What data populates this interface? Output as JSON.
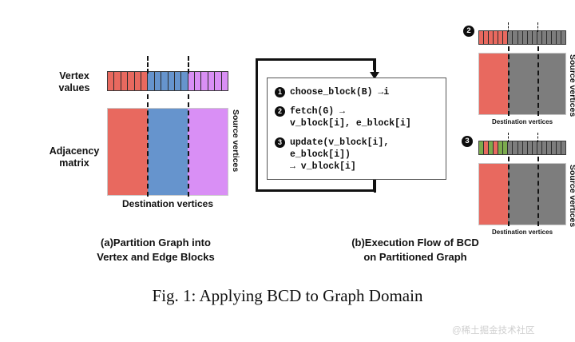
{
  "figure": {
    "caption": "Fig. 1: Applying BCD to Graph Domain",
    "watermark": "@稀土掘金技术社区"
  },
  "colors": {
    "red": "#e8695f",
    "blue": "#6694cd",
    "purple": "#d98ff5",
    "gray": "#7d7d7d",
    "green": "#7cab4e",
    "bullet": "#0d0d0d",
    "dash": "#141414"
  },
  "panel_a": {
    "caption_line1": "(a)Partition Graph into",
    "caption_line2": "Vertex and Edge Blocks",
    "vertex_label_line1": "Vertex",
    "vertex_label_line2": "values",
    "matrix_label_line1": "Adjacency",
    "matrix_label_line2": "matrix",
    "x_axis_label": "Destination vertices",
    "y_axis_label": "Source vertices",
    "vertex_cells": [
      "red",
      "red",
      "red",
      "red",
      "red",
      "red",
      "blue",
      "blue",
      "blue",
      "blue",
      "blue",
      "blue",
      "purple",
      "purple",
      "purple",
      "purple",
      "purple",
      "purple"
    ],
    "matrix_blocks": [
      "red",
      "blue",
      "purple"
    ]
  },
  "panel_b": {
    "caption_line1": "(b)Execution Flow of BCD",
    "caption_line2": "on Partitioned Graph",
    "steps": [
      {
        "number": "1",
        "text": "choose_block(B) →i"
      },
      {
        "number": "2",
        "text": "fetch(G) →\nv_block[i], e_block[i]"
      },
      {
        "number": "3",
        "text": "update(v_block[i], e_block[i])\n→ v_block[i]"
      }
    ]
  },
  "panel_c": {
    "badge": "2",
    "x_axis_label": "Destination vertices",
    "y_axis_label": "Source vertices",
    "vertex_cells": [
      "red",
      "red",
      "red",
      "red",
      "red",
      "red",
      "gray",
      "gray",
      "gray",
      "gray",
      "gray",
      "gray",
      "gray",
      "gray",
      "gray",
      "gray",
      "gray",
      "gray"
    ],
    "matrix_blocks": [
      "red",
      "gray",
      "gray"
    ]
  },
  "panel_d": {
    "badge": "3",
    "x_axis_label": "Destination vertices",
    "y_axis_label": "Source vertices",
    "vertex_cells": [
      "green",
      "red",
      "green",
      "red",
      "green",
      "green",
      "gray",
      "gray",
      "gray",
      "gray",
      "gray",
      "gray",
      "gray",
      "gray",
      "gray",
      "gray",
      "gray",
      "gray"
    ],
    "matrix_blocks": [
      "red",
      "gray",
      "gray"
    ]
  }
}
